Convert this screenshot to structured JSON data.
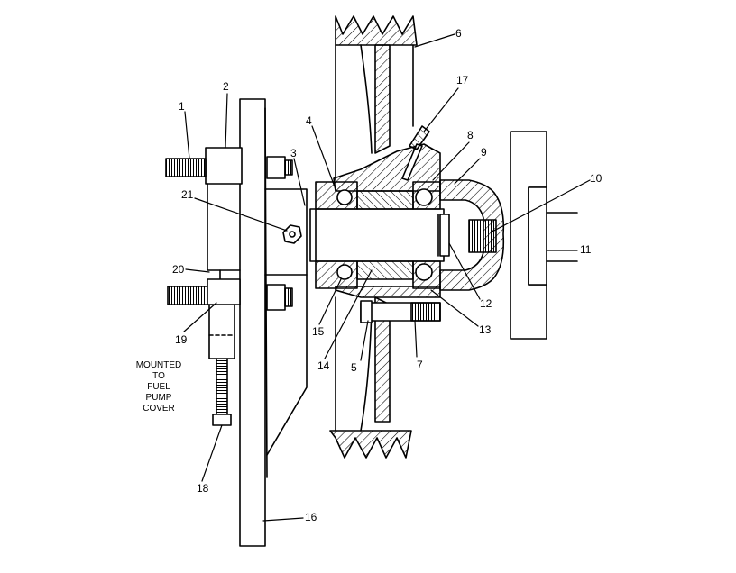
{
  "diagram": {
    "part_labels": [
      "1",
      "2",
      "3",
      "4",
      "5",
      "6",
      "7",
      "8",
      "9",
      "10",
      "11",
      "12",
      "13",
      "14",
      "15",
      "16",
      "17",
      "18",
      "19",
      "20",
      "21"
    ],
    "mount_note": [
      "MOUNTED",
      "TO",
      "FUEL",
      "PUMP",
      "COVER"
    ]
  }
}
